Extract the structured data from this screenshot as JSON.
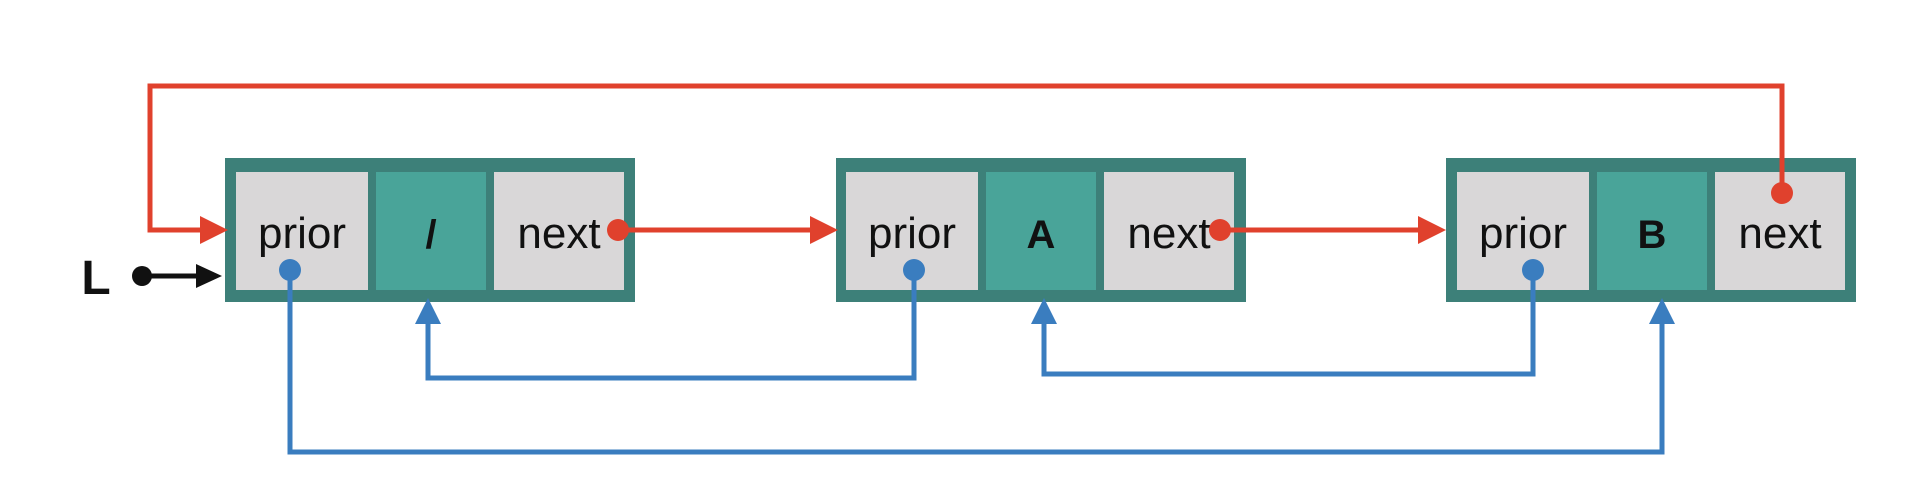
{
  "diagram": {
    "head_pointer_label": "L",
    "nodes": [
      {
        "prior_label": "prior",
        "data_label": "/",
        "next_label": "next"
      },
      {
        "prior_label": "prior",
        "data_label": "A",
        "next_label": "next"
      },
      {
        "prior_label": "prior",
        "data_label": "B",
        "next_label": "next"
      }
    ]
  },
  "colors": {
    "node_border": "#3d8079",
    "pointer_cell": "#d9d7d8",
    "data_cell": "#49a499",
    "next_links": "#e0412d",
    "prior_links": "#3a7dbf",
    "head_pointer": "#111111"
  }
}
